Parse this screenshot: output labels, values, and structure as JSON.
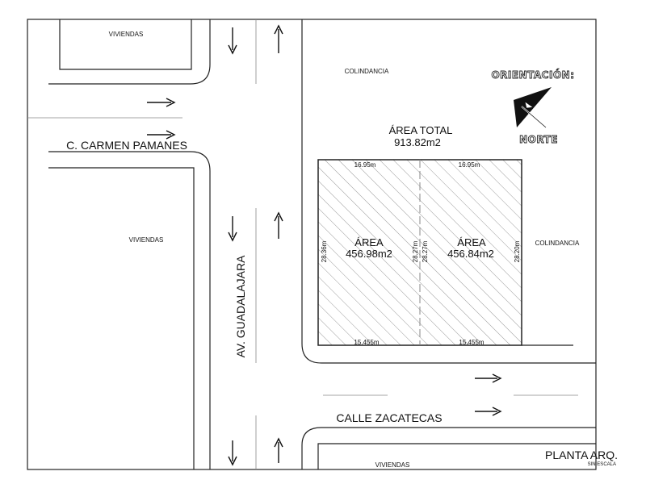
{
  "labels": {
    "viviendas_top": "VIVIENDAS",
    "viviendas_mid": "VIVIENDAS",
    "viviendas_bottom": "VIVIENDAS",
    "colindancia_top": "COLINDANCIA",
    "colindancia_right": "COLINDANCIA",
    "orientacion": "ORIENTACIÓN:",
    "norte": "NORTE"
  },
  "streets": {
    "carmen": "C. CARMEN PAMANES",
    "guadalajara": "AV. GUADALAJARA",
    "zacatecas": "CALLE ZACATECAS"
  },
  "lot": {
    "total_title": "ÁREA TOTAL",
    "total_value": "913.82m2",
    "left_area_title": "ÁREA",
    "left_area_value": "456.98m2",
    "right_area_title": "ÁREA",
    "right_area_value": "456.84m2",
    "top_left_dim": "16.95m",
    "top_right_dim": "16.95m",
    "bottom_left_dim": "15.455m",
    "bottom_right_dim": "15.455m",
    "left_dim": "28.36m",
    "middle_dim_a": "28.27m",
    "middle_dim_b": "28.27m",
    "right_dim": "28.20m"
  },
  "footer": {
    "title": "PLANTA ARQ.",
    "subtitle": "SIN ESCALA"
  },
  "colors": {
    "line": "#222222",
    "hatch": "#9a9a9a",
    "background": "#ffffff"
  }
}
